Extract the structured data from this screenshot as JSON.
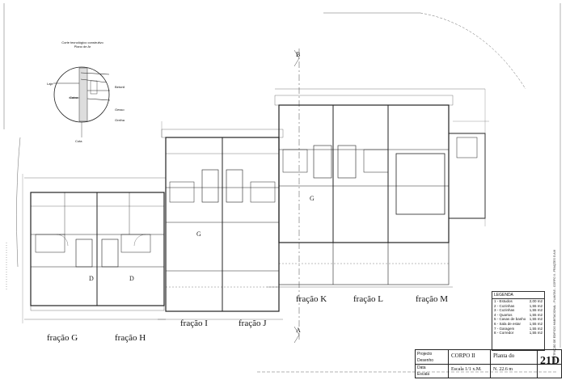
{
  "detail": {
    "caption_line1": "Corte tecnológico construtivo",
    "caption_line2": "Plano de Ar",
    "labels": [
      "Laje",
      "Betonil",
      "Gesso",
      "Grelha",
      "Caixa",
      "Cota"
    ]
  },
  "sections": {
    "top": "B",
    "bottom": "A"
  },
  "fractions": [
    {
      "id": "G",
      "label": "fração G"
    },
    {
      "id": "H",
      "label": "fração H"
    },
    {
      "id": "I",
      "label": "fração I"
    },
    {
      "id": "J",
      "label": "fração J"
    },
    {
      "id": "K",
      "label": "fração K"
    },
    {
      "id": "L",
      "label": "fração L"
    },
    {
      "id": "M",
      "label": "fração M"
    }
  ],
  "room_codes": [
    "D",
    "G",
    "G",
    "D"
  ],
  "legend": {
    "title": "LEGENDA",
    "items": [
      {
        "n": "1",
        "name": "Estudos",
        "area": "2,00 m2"
      },
      {
        "n": "2",
        "name": "Cozinhas",
        "area": "1,55 m2"
      },
      {
        "n": "3",
        "name": "Cozinhas",
        "area": "1,55 m2"
      },
      {
        "n": "4",
        "name": "Quartos",
        "area": "1,55 m2"
      },
      {
        "n": "5",
        "name": "Casas de banho",
        "area": "1,55 m2"
      },
      {
        "n": "6",
        "name": "Sala de estar",
        "area": "1,55 m2"
      },
      {
        "n": "7",
        "name": "Garagem",
        "area": "1,55 m2"
      },
      {
        "n": "8",
        "name": "Corredor",
        "area": "1,55 m2"
      }
    ]
  },
  "title_block": {
    "projecto_label": "Projecto",
    "corpo": "CORPO II",
    "planta": "Planta do",
    "escala": "Escala 1/1 x.M.",
    "numero": "N. 22.6 m",
    "sheet": "21D",
    "rows": [
      "Projecto",
      "Desenho",
      "Data",
      "Escala"
    ]
  },
  "side_text": "CONSTRUÇÃO DE EDIFÍCIO HABITACIONAL - PLANTAS - CORPO II - FRAÇÕES G A M"
}
